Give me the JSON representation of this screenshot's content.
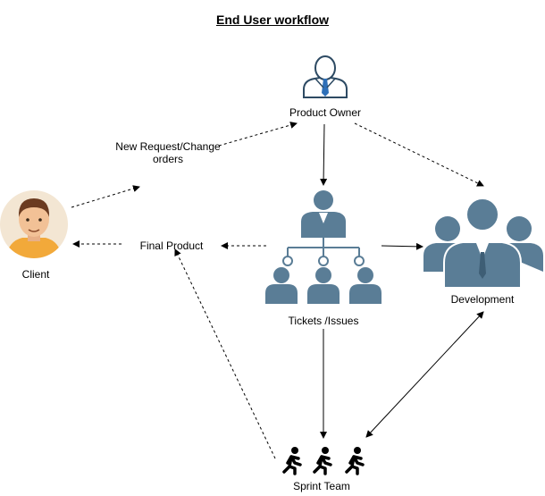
{
  "title": "End User workflow",
  "nodes": {
    "product_owner": "Product Owner",
    "client": "Client",
    "new_request_line1": "New Request/Change",
    "new_request_line2": "orders",
    "final_product": "Final Product",
    "tickets": "Tickets /Issues",
    "development": "Development",
    "sprint_team": "Sprint Team"
  },
  "icons": {
    "product_owner": "person-tie-icon",
    "client": "client-avatar-icon",
    "tickets": "org-hierarchy-icon",
    "development": "team-group-icon",
    "sprint_team": "running-person-icon"
  },
  "colors": {
    "people_fill": "#5a7d96",
    "client_circle": "#f3e6d3",
    "client_shirt": "#f2a93a",
    "client_skin": "#f2c196",
    "client_hair": "#6b3b20",
    "tie": "#2d6fb8"
  }
}
